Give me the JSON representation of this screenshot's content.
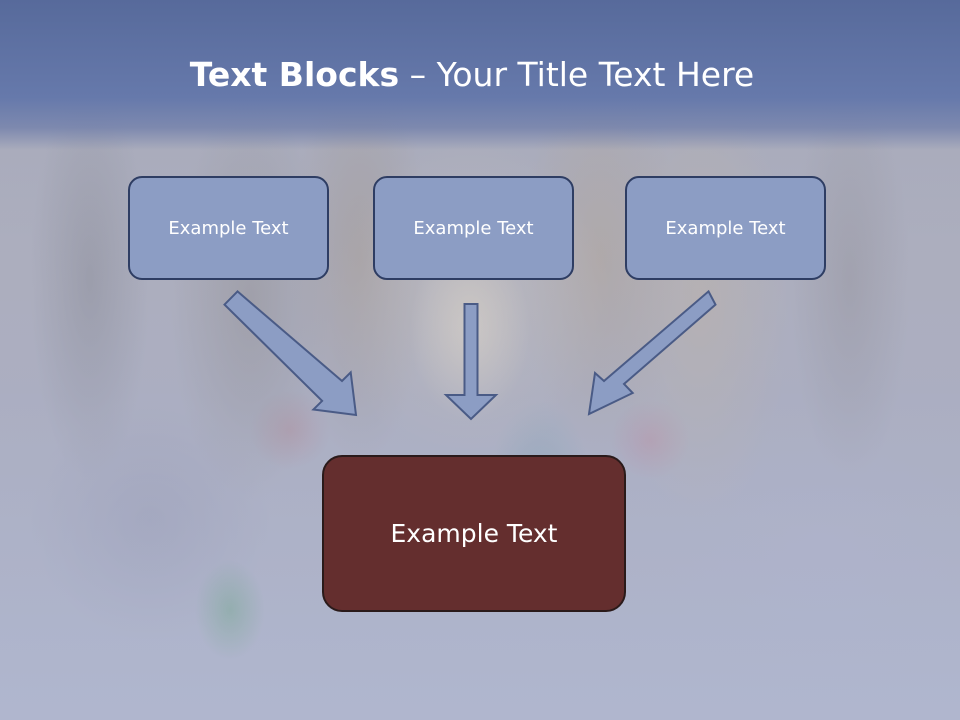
{
  "slide": {
    "title_bold": "Text Blocks",
    "title_dash": " – ",
    "title_rest": "Your Title Text Here"
  },
  "blocks": [
    {
      "label": "Example Text"
    },
    {
      "label": "Example Text"
    },
    {
      "label": "Example Text"
    }
  ],
  "target": {
    "label": "Example Text"
  },
  "colors": {
    "title_band": "#6679ab",
    "block_fill": "#8c9dc4",
    "block_border": "#2e3d63",
    "target_fill": "#642e2e",
    "arrow_fill": "#8c9dc4",
    "arrow_stroke": "#4a5b86"
  }
}
